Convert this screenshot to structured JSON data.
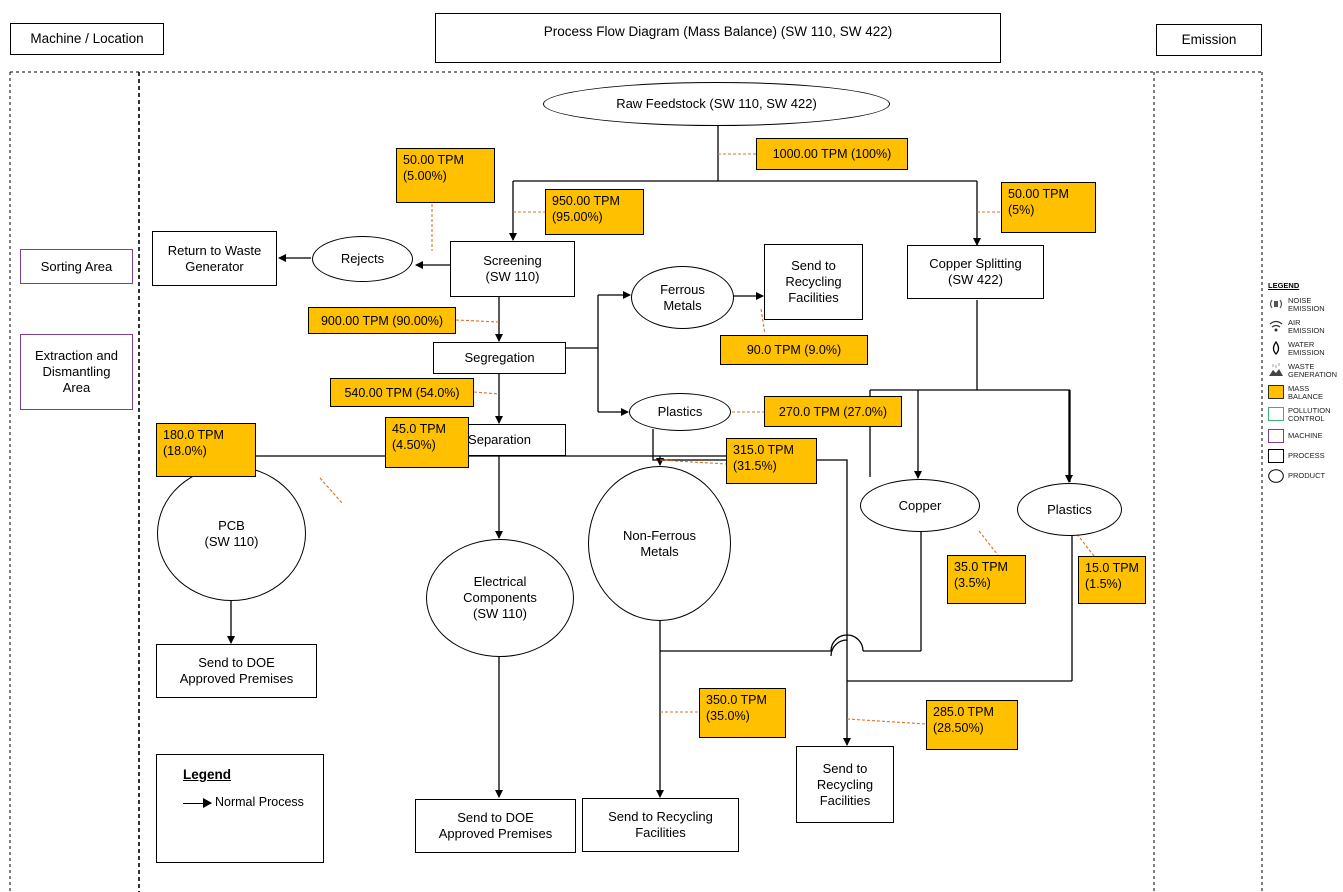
{
  "header": {
    "machine_location": "Machine / Location",
    "title": "Process Flow Diagram (Mass Balance) (SW 110, SW 422)",
    "emission": "Emission"
  },
  "areas": {
    "sorting": "Sorting Area",
    "extraction": "Extraction and\nDismantling\nArea"
  },
  "nodes": {
    "raw_feedstock": "Raw Feedstock (SW 110, SW 422)",
    "return_to_waste": "Return to Waste\nGenerator",
    "rejects": "Rejects",
    "screening": "Screening\n(SW 110)",
    "ferrous_metals": "Ferrous\nMetals",
    "send_recycling_1": "Send to\nRecycling\nFacilities",
    "copper_splitting": "Copper Splitting\n(SW 422)",
    "segregation": "Segregation",
    "plastics_1": "Plastics",
    "separation": "Separation",
    "copper": "Copper",
    "plastics_2": "Plastics",
    "pcb": "PCB\n(SW 110)",
    "electrical": "Electrical\nComponents\n(SW 110)",
    "non_ferrous": "Non-Ferrous\nMetals",
    "send_doe_1": "Send to DOE\nApproved Premises",
    "send_doe_2": "Send to DOE\nApproved Premises",
    "send_recycling_2": "Send to Recycling\nFacilities",
    "send_recycling_3": "Send to\nRecycling\nFacilities"
  },
  "mass_balance": {
    "raw": "1000.00 TPM (100%)",
    "rejects": "50.00 TPM\n(5.00%)",
    "screening": "950.00 TPM\n(95.00%)",
    "copper_splitting": "50.00 TPM\n(5%)",
    "segregation": "900.00 TPM (90.00%)",
    "ferrous": "90.0 TPM (9.0%)",
    "separation": "540.00 TPM (54.0%)",
    "plastics_1": "270.0 TPM (27.0%)",
    "pcb": "180.0 TPM\n(18.0%)",
    "electrical": "45.0 TPM\n(4.50%)",
    "non_ferrous": "315.0 TPM\n(31.5%)",
    "copper": "35.0 TPM\n(3.5%)",
    "plastics_2": "15.0 TPM\n(1.5%)",
    "recycling_2": "350.0 TPM\n(35.0%)",
    "recycling_3": "285.0 TPM\n(28.50%)"
  },
  "legend": {
    "title": "Legend",
    "normal_process": "Normal Process"
  },
  "side_legend": {
    "title": "LEGEND",
    "items": [
      {
        "icon": "noise-emission-icon",
        "label": "NOISE\nEMISSION"
      },
      {
        "icon": "air-emission-icon",
        "label": "AIR\nEMISSION"
      },
      {
        "icon": "water-emission-icon",
        "label": "WATER\nEMISSION"
      },
      {
        "icon": "waste-generation-icon",
        "label": "WASTE\nGENERATION"
      },
      {
        "icon": "mass-balance-swatch",
        "label": "MASS\nBALANCE"
      },
      {
        "icon": "pollution-control-swatch",
        "label": "POLLUTION\nCONTROL"
      },
      {
        "icon": "machine-swatch",
        "label": "MACHINE"
      },
      {
        "icon": "process-swatch",
        "label": "PROCESS"
      },
      {
        "icon": "product-swatch",
        "label": "PRODUCT"
      }
    ]
  },
  "colors": {
    "mass_balance": "#ffc000",
    "machine": "#7d3c98",
    "pollution_control": "#3cb371",
    "dashed_leader": "#e07020"
  }
}
